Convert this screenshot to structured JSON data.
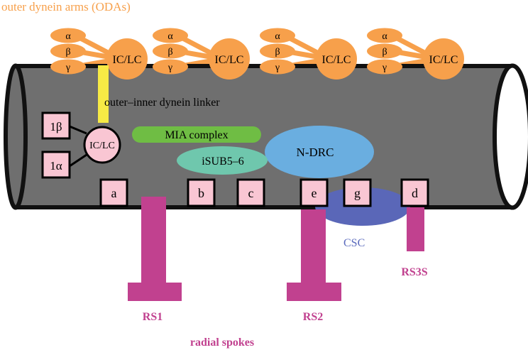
{
  "title": "outer dynein arms (ODAs)",
  "oda": {
    "heavy_chains": [
      "α",
      "β",
      "γ"
    ],
    "intermediate_label": "IC/LC"
  },
  "ida_f": {
    "heavy_chain_top": "1β",
    "heavy_chain_bottom": "1α",
    "intermediate_label": "IC/LC"
  },
  "linker_label": "outer–inner dynein linker",
  "mia_label": "MIA complex",
  "isub_label": "iSUB5–6",
  "ndrc_label": "N-DRC",
  "csc_label": "CSC",
  "inner_dyneins": [
    "a",
    "b",
    "c",
    "e",
    "g",
    "d"
  ],
  "radial_spokes": [
    "RS1",
    "RS2",
    "RS3S"
  ],
  "radial_spokes_label": "radial spokes",
  "colors": {
    "oda": "#f7a04b",
    "title": "#f7a04b",
    "linker": "#f7ea45",
    "ida_box": "#f9c6d3",
    "mia": "#6fbd44",
    "isub": "#6fc7ad",
    "ndrc": "#6aaee0",
    "csc": "#5a67b8",
    "csc_label": "#5b6bbd",
    "spoke": "#c1418f",
    "tube": "#6f6f6f"
  }
}
